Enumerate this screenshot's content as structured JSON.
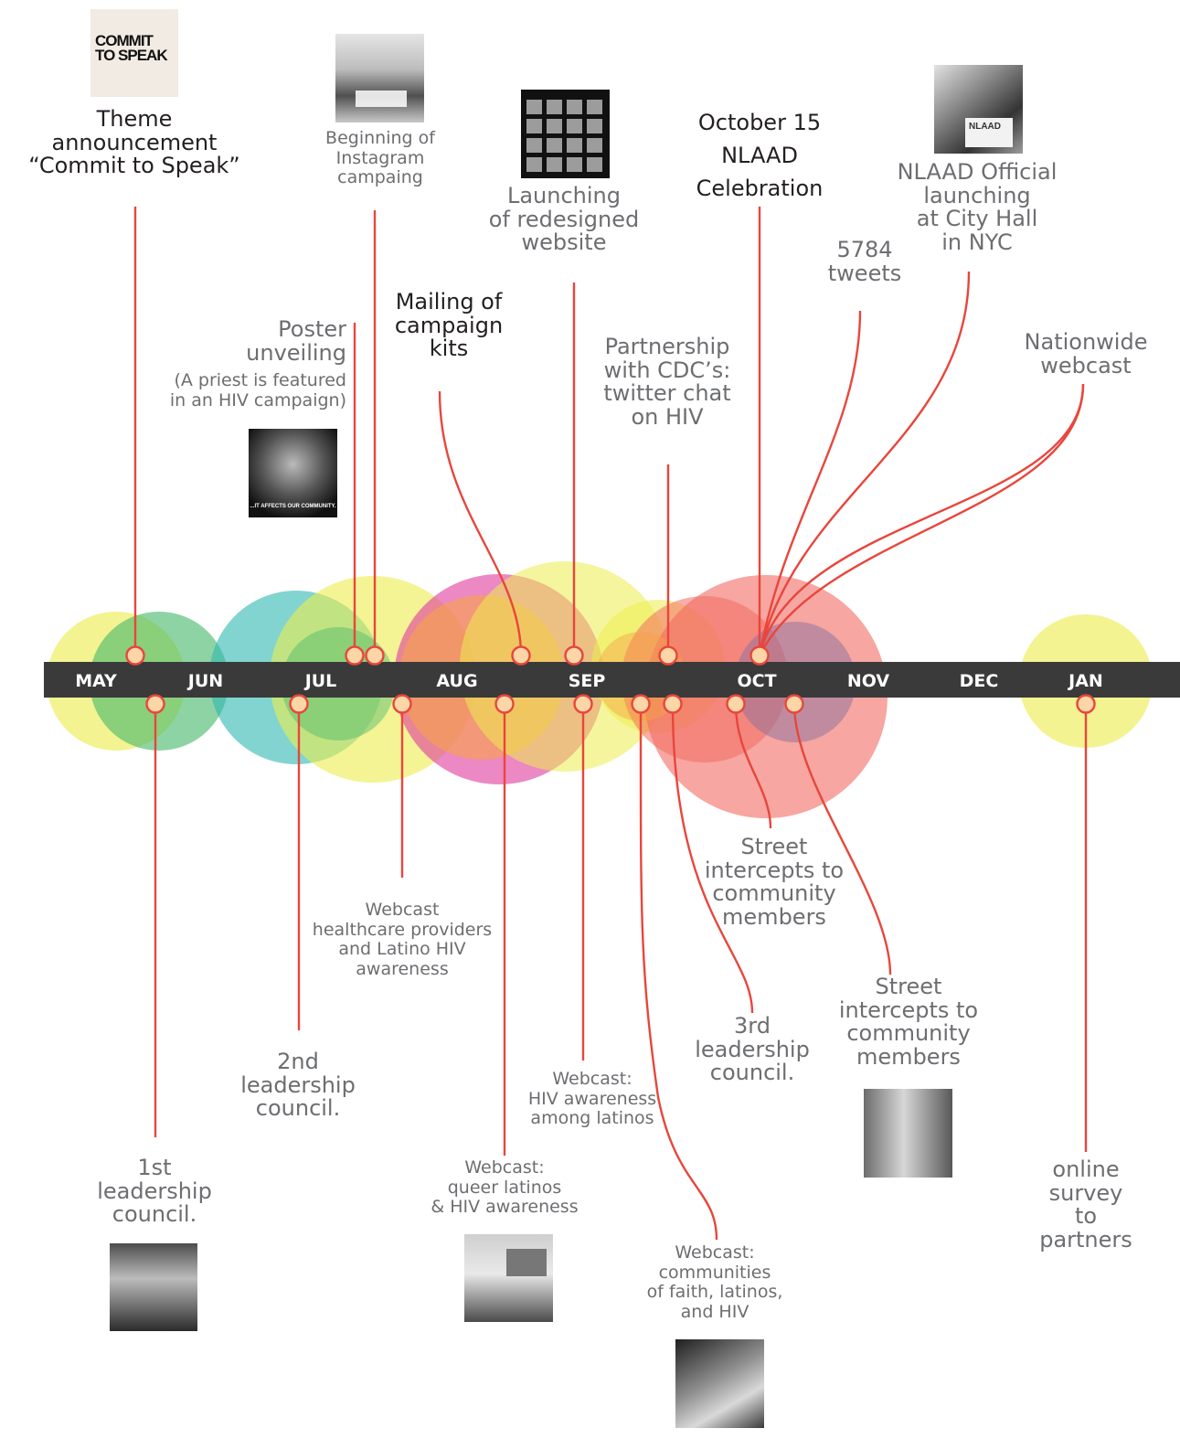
{
  "months": [
    "MAY",
    "JUN",
    "JUL",
    "AUG",
    "SEP",
    "OCT",
    "NOV",
    "DEC",
    "JAN"
  ],
  "logo_text": "COMMIT\nTO SPEAK",
  "poster_caption": "...IT AFFECTS OUR COMMUNITY.",
  "photo_card_text": "NLAAD",
  "events_above": {
    "theme": "Theme\nannouncement\n“Commit to Speak”",
    "instagram": "Beginning of\nInstagram\ncampaing",
    "poster": "Poster\nunveiling",
    "poster_note": "(A priest is featured\nin an HIV campaign)",
    "mailing": "Mailing of\ncampaign\nkits",
    "website": "Launching\nof redesigned\nwebsite",
    "cdc": "Partnership\nwith CDC’s:\ntwitter chat\non HIV",
    "oct15": "October 15\nNLAAD\nCelebration",
    "tweets": "5784\ntweets",
    "cityhall": "NLAAD Official\nlaunching\nat City Hall\nin NYC",
    "nationwide": "Nationwide\nwebcast"
  },
  "events_below": {
    "council1": "1st\nleadership\ncouncil.",
    "council2": "2nd\nleadership\ncouncil.",
    "webcast_providers": "Webcast\nhealthcare providers\nand Latino HIV\nawareness",
    "webcast_queer": "Webcast:\nqueer latinos\n& HIV awareness",
    "webcast_awareness": "Webcast:\nHIV awareness\namong latinos",
    "webcast_faith": "Webcast:\ncommunities\nof faith, latinos,\nand HIV",
    "council3": "3rd\nleadership\ncouncil.",
    "street1": "Street\nintercepts to\ncommunity\nmembers",
    "street2": "Street\nintercepts to\ncommunity\nmembers",
    "survey": "online survey\nto partners"
  },
  "colors": {
    "bar": "#3a3a3a",
    "line": "#e8463c",
    "node_fill": "#fcd6a6",
    "text": "#6d6e71",
    "circle_yellow": "#ecec4e",
    "circle_green": "#49b86a",
    "circle_teal": "#2fb7b0",
    "circle_orange": "#f7a14a",
    "circle_pink": "#e0399c",
    "circle_red": "#f26b63"
  }
}
